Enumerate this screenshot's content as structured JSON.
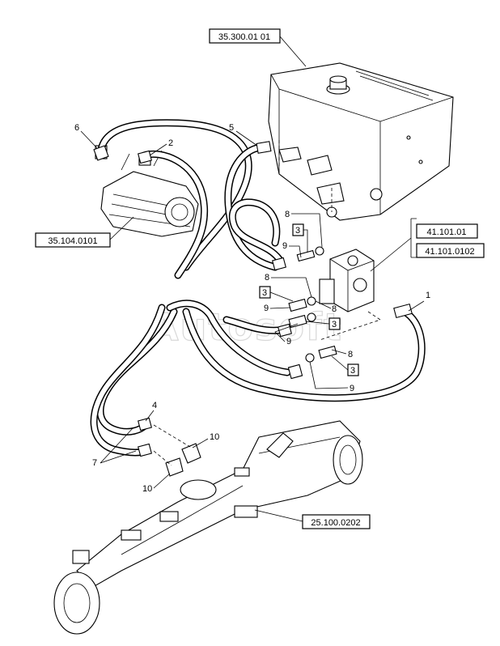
{
  "references": {
    "tank": "35.300.01 01",
    "pump": "35.104.0101",
    "valve_a": "41.101.01",
    "valve_b": "41.101.0102",
    "axle": "25.100.0202"
  },
  "callouts": {
    "c1": "1",
    "c2": "2",
    "c3a": "3",
    "c3b": "3",
    "c3c": "3",
    "c3d": "3",
    "c4": "4",
    "c5": "5",
    "c6": "6",
    "c7": "7",
    "c8a": "8",
    "c8b": "8",
    "c8c": "8",
    "c8d": "8",
    "c9a": "9",
    "c9b": "9",
    "c9c": "9",
    "c9d": "9",
    "c10a": "10",
    "c10b": "10"
  },
  "watermark": "Autosoft"
}
